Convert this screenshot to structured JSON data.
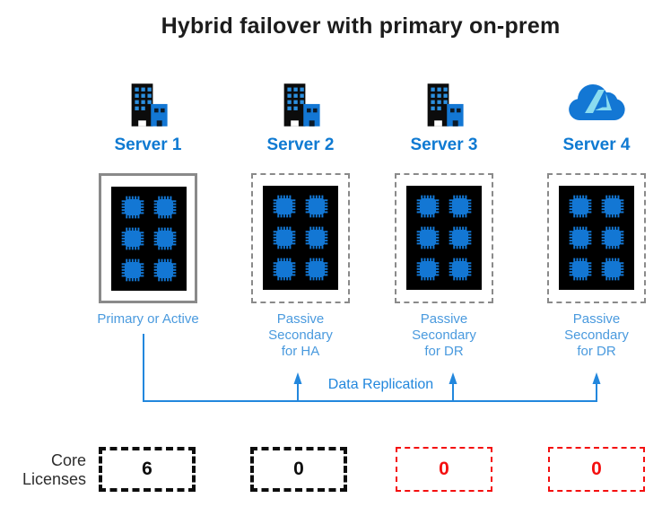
{
  "title": "Hybrid failover with primary on-prem",
  "colors": {
    "ink": "#1c1c1c",
    "blue": "#1377d4",
    "blue_light": "#2b8fe0",
    "label_blue": "#0f7ad2",
    "sublabel_blue": "#4a9ade",
    "arrow_blue": "#2287dd",
    "red": "#f40f0f",
    "gray_border": "#8a8a8a",
    "azure_a": "#8adcf0"
  },
  "servers": [
    {
      "name": "Server 1",
      "icon": "building",
      "role": "Primary or Active",
      "box_style": "solid",
      "cores": "6",
      "license_style": "black"
    },
    {
      "name": "Server 2",
      "icon": "building",
      "role": "Passive Secondary for HA",
      "box_style": "dashed",
      "cores": "0",
      "license_style": "black"
    },
    {
      "name": "Server 3",
      "icon": "building",
      "role": "Passive Secondary for DR",
      "box_style": "dashed",
      "cores": "0",
      "license_style": "red"
    },
    {
      "name": "Server 4",
      "icon": "azure-cloud",
      "role": "Passive Secondary for DR",
      "box_style": "dashed",
      "cores": "0",
      "license_style": "red"
    }
  ],
  "replication": {
    "label": "Data Replication"
  },
  "license_row": {
    "label": "Core Licenses"
  }
}
